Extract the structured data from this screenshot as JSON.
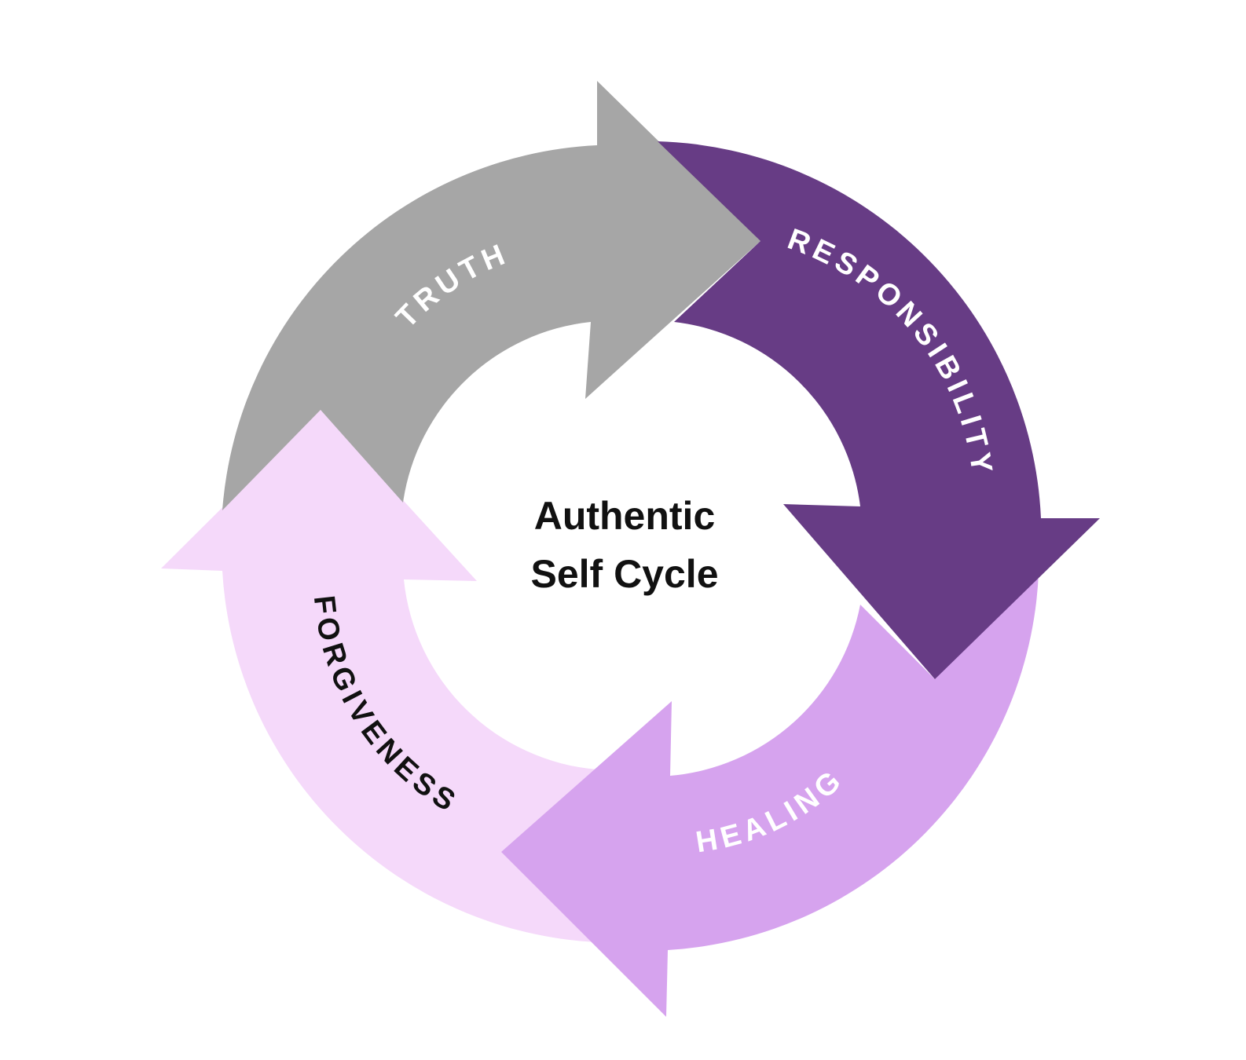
{
  "center": {
    "line1": "Authentic",
    "line2": "Self Cycle"
  },
  "segments": [
    {
      "label": "TRUTH",
      "fill": "#a6a6a6",
      "text_color": "#ffffff"
    },
    {
      "label": "RESPONSIBILITY",
      "fill": "#673c85",
      "text_color": "#ffffff"
    },
    {
      "label": "HEALING",
      "fill": "#d6a3ee",
      "text_color": "#ffffff"
    },
    {
      "label": "FORGIVENESS",
      "fill": "#f5d9fa",
      "text_color": "#111111"
    }
  ]
}
